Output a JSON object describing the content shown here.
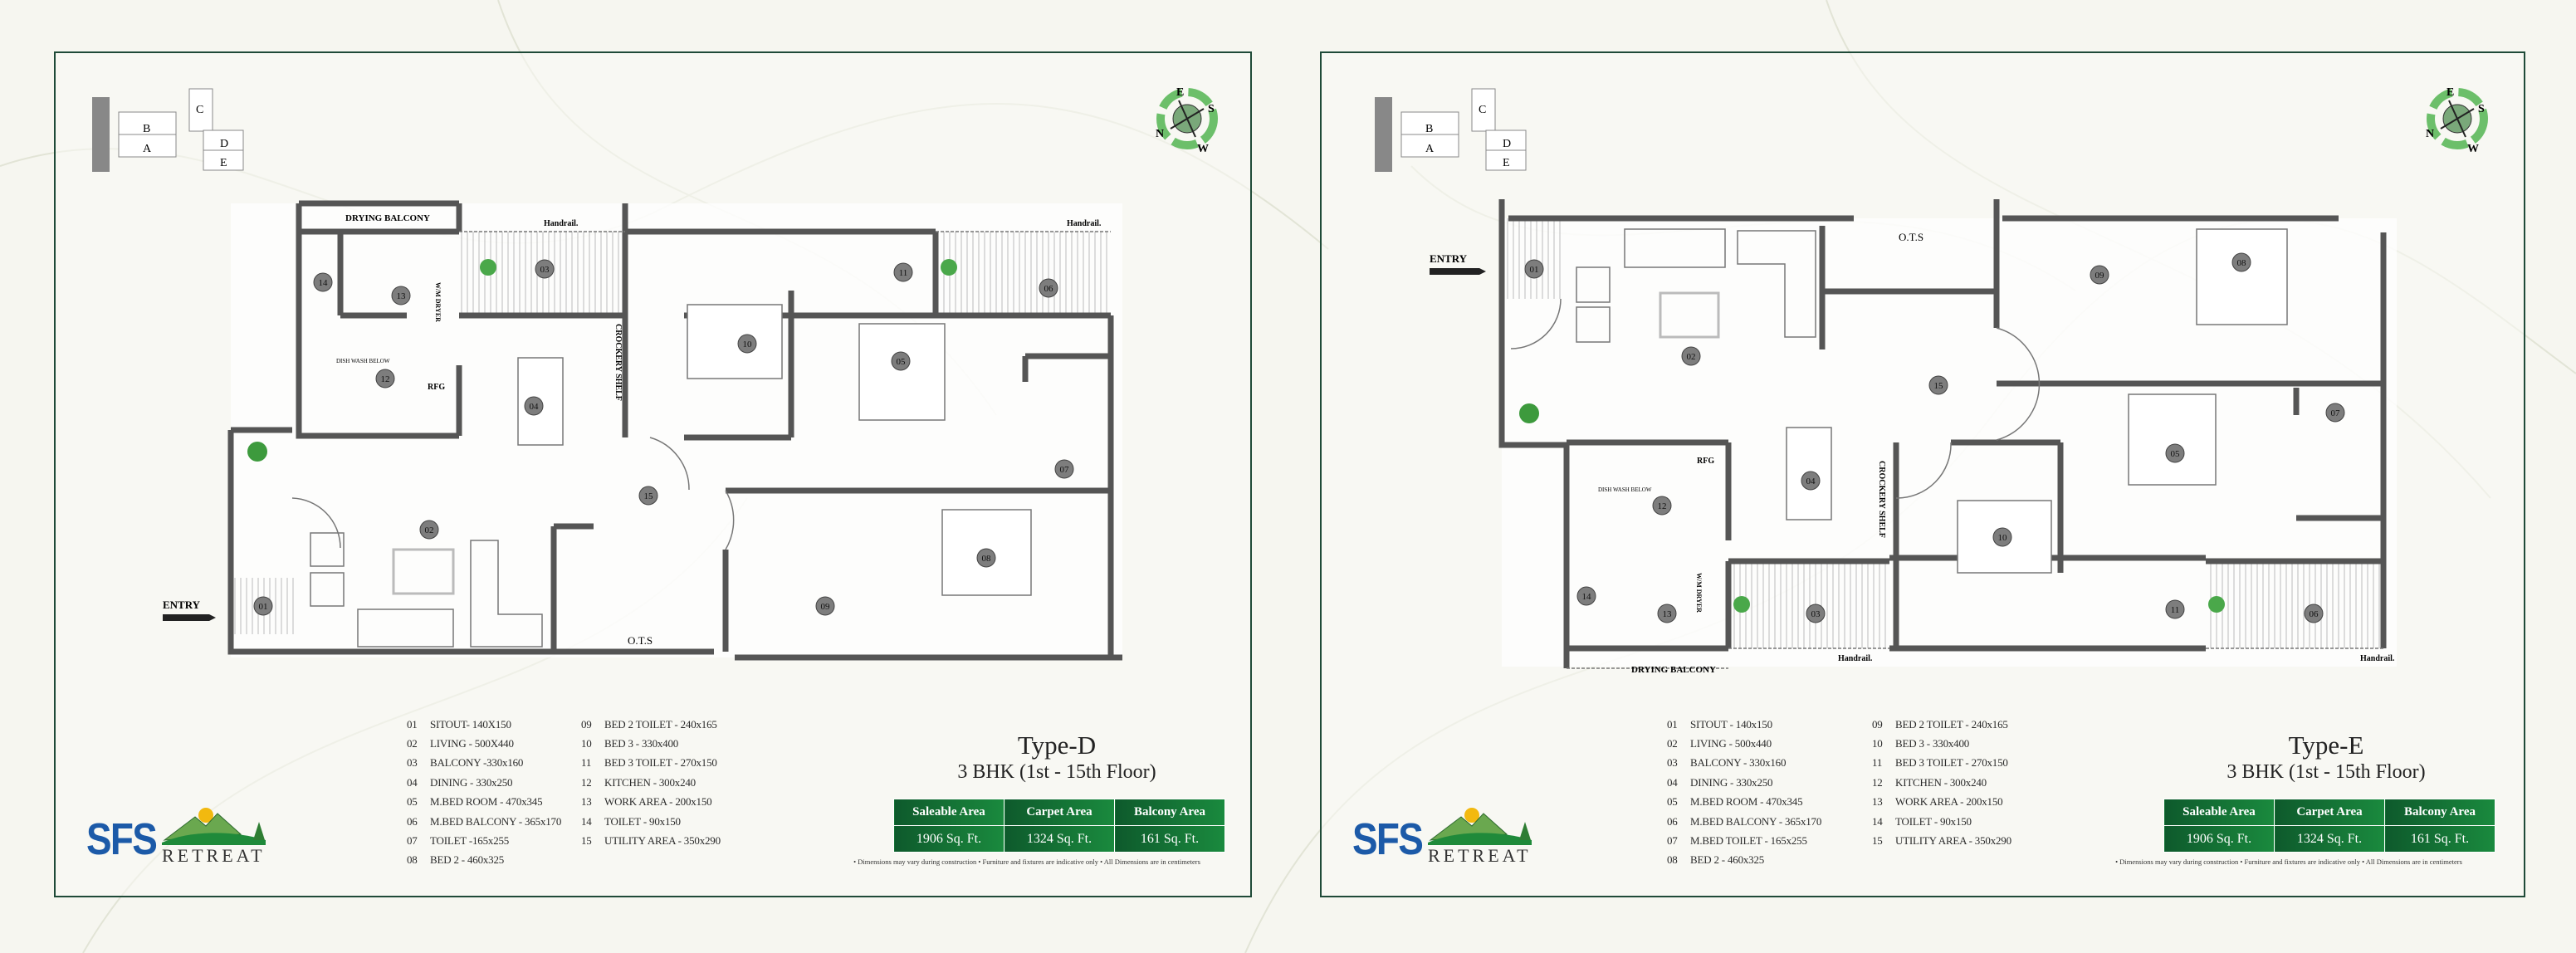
{
  "logo": {
    "brand": "SFS",
    "name": "RETREAT"
  },
  "key_plan": {
    "blocks": [
      "B",
      "A",
      "C",
      "D",
      "E"
    ]
  },
  "compass": {
    "e": "E",
    "s": "S",
    "n": "N",
    "w": "W"
  },
  "panels": [
    {
      "type": "Type-D",
      "subtitle": "3 BHK (1st - 15th Floor)",
      "area_table": {
        "headers": [
          "Saleable Area",
          "Carpet Area",
          "Balcony Area"
        ],
        "values": [
          "1906 Sq. Ft.",
          "1324 Sq. Ft.",
          "161 Sq. Ft."
        ]
      },
      "note": "• Dimensions may vary during construction • Furniture and fixtures are indicative only • All Dimensions are in centimeters",
      "legend": [
        {
          "no": "01",
          "text": "SITOUT- 140X150"
        },
        {
          "no": "02",
          "text": "LIVING - 500X440"
        },
        {
          "no": "03",
          "text": "BALCONY -330x160"
        },
        {
          "no": "04",
          "text": "DINING - 330x250"
        },
        {
          "no": "05",
          "text": "M.BED ROOM - 470x345"
        },
        {
          "no": "06",
          "text": "M.BED BALCONY - 365x170"
        },
        {
          "no": "07",
          "text": "TOILET -165x255"
        },
        {
          "no": "08",
          "text": "BED 2 - 460x325"
        },
        {
          "no": "09",
          "text": "BED 2 TOILET - 240x165"
        },
        {
          "no": "10",
          "text": "BED 3 - 330x400"
        },
        {
          "no": "11",
          "text": "BED 3 TOILET - 270x150"
        },
        {
          "no": "12",
          "text": "KITCHEN - 300x240"
        },
        {
          "no": "13",
          "text": "WORK AREA - 200x150"
        },
        {
          "no": "14",
          "text": "TOILET - 90x150"
        },
        {
          "no": "15",
          "text": "UTILITY AREA - 350x290"
        }
      ],
      "plan_labels": {
        "drying_balcony": "DRYING BALCONY",
        "handrail": "Handrail.",
        "ots": "O.T.S",
        "entry": "ENTRY",
        "crockery": "CROCKERY SHELF",
        "rfg": "RFG",
        "dish_wash": "DISH WASH BELOW",
        "wm_dryer": "W/M DRYER"
      },
      "room_numbers": [
        "01",
        "02",
        "03",
        "04",
        "05",
        "06",
        "07",
        "08",
        "09",
        "10",
        "11",
        "12",
        "13",
        "14",
        "15"
      ]
    },
    {
      "type": "Type-E",
      "subtitle": "3 BHK (1st - 15th Floor)",
      "area_table": {
        "headers": [
          "Saleable Area",
          "Carpet Area",
          "Balcony Area"
        ],
        "values": [
          "1906 Sq. Ft.",
          "1324 Sq. Ft.",
          "161 Sq. Ft."
        ]
      },
      "note": "• Dimensions may vary during construction • Furniture and fixtures are indicative only • All Dimensions are in centimeters",
      "legend": [
        {
          "no": "01",
          "text": "SITOUT - 140x150"
        },
        {
          "no": "02",
          "text": "LIVING - 500x440"
        },
        {
          "no": "03",
          "text": "BALCONY - 330x160"
        },
        {
          "no": "04",
          "text": "DINING - 330x250"
        },
        {
          "no": "05",
          "text": "M.BED ROOM - 470x345"
        },
        {
          "no": "06",
          "text": "M.BED BALCONY - 365x170"
        },
        {
          "no": "07",
          "text": "M.BED TOILET - 165x255"
        },
        {
          "no": "08",
          "text": "BED 2 - 460x325"
        },
        {
          "no": "09",
          "text": "BED 2 TOILET - 240x165"
        },
        {
          "no": "10",
          "text": "BED 3 - 330x400"
        },
        {
          "no": "11",
          "text": "BED 3 TOILET - 270x150"
        },
        {
          "no": "12",
          "text": "KITCHEN - 300x240"
        },
        {
          "no": "13",
          "text": "WORK AREA - 200x150"
        },
        {
          "no": "14",
          "text": "TOILET - 90x150"
        },
        {
          "no": "15",
          "text": "UTILITY AREA - 350x290"
        }
      ],
      "plan_labels": {
        "drying_balcony": "DRYING BALCONY",
        "handrail": "Handrail.",
        "ots": "O.T.S",
        "entry": "ENTRY",
        "crockery": "CROCKERY SHELF",
        "rfg": "RFG",
        "dish_wash": "DISH WASH BELOW",
        "wm_dryer": "W/M DRYER"
      },
      "room_numbers": [
        "01",
        "02",
        "03",
        "04",
        "05",
        "06",
        "07",
        "08",
        "09",
        "10",
        "11",
        "12",
        "13",
        "14",
        "15"
      ]
    }
  ],
  "colors": {
    "border": "#1f4a38",
    "table": "#137a36",
    "brand_blue": "#1c5aa8",
    "wall": "#555555"
  }
}
